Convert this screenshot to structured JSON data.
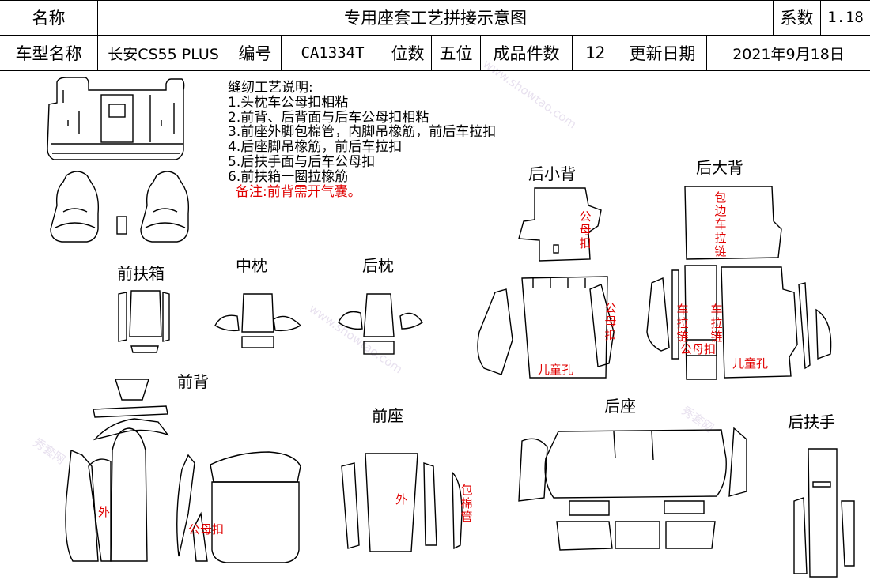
{
  "header": {
    "name_label": "名称",
    "title": "专用座套工艺拼接示意图",
    "coef_label": "系数",
    "coef_value": "1.18",
    "model_label": "车型名称",
    "model_value": "长安CS55 PLUS",
    "code_label": "编号",
    "code_value": "CA1334T",
    "seats_label": "位数",
    "seats_value": "五位",
    "pieces_label": "成品件数",
    "pieces_value": "12",
    "date_label": "更新日期",
    "date_value": "2021年9月18日"
  },
  "notes": {
    "title": "缝纫工艺说明:",
    "items": [
      "1.头枕车公母扣相粘",
      "2.前背、后背面与后车公母扣相粘",
      "3.前座外脚包棉管，内脚吊橡筋，前后车拉扣",
      "4.后座脚吊橡筋，前后车拉扣",
      "5.后扶手面与后车公母扣",
      "6.前扶箱一圈拉橡筋"
    ],
    "remark": "备注:前背需开气囊。"
  },
  "sections": {
    "front_armbox": "前扶箱",
    "middle_pillow": "中枕",
    "rear_pillow": "后枕",
    "front_back": "前背",
    "front_seat": "前座",
    "rear_small_back": "后小背",
    "rear_big_back": "后大背",
    "rear_seat": "后座",
    "rear_armrest": "后扶手"
  },
  "annotations": {
    "snap": "公母扣",
    "outer": "外",
    "wrap_tube": "包棉管",
    "child_hole": "儿童孔",
    "edge_zip": "包边车拉链",
    "zip": "车拉链"
  },
  "watermark": {
    "site": "www.showtao.com",
    "brand": "秀套网"
  },
  "colors": {
    "annotation": "#e00000",
    "line": "#000000"
  }
}
